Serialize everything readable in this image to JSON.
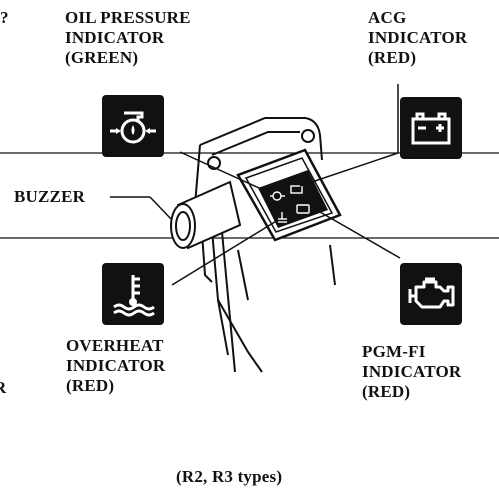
{
  "labels": {
    "oil_pressure": [
      "OIL PRESSURE",
      "INDICATOR",
      "(GREEN)"
    ],
    "acg": [
      "ACG",
      "INDICATOR",
      "(RED)"
    ],
    "buzzer": "BUZZER",
    "overheat": [
      "OVERHEAT",
      "INDICATOR",
      "(RED)"
    ],
    "pgm_fi": [
      "PGM-FI",
      "INDICATOR",
      "(RED)"
    ],
    "caption": "(R2, R3 types)",
    "edge_fragment_top": "?",
    "edge_fragment_bottom": "R"
  },
  "icons": [
    "oil-can-icon",
    "battery-icon",
    "coolant-temperature-icon",
    "engine-icon"
  ],
  "colors": {
    "ink": "#111111",
    "background": "#ffffff"
  }
}
